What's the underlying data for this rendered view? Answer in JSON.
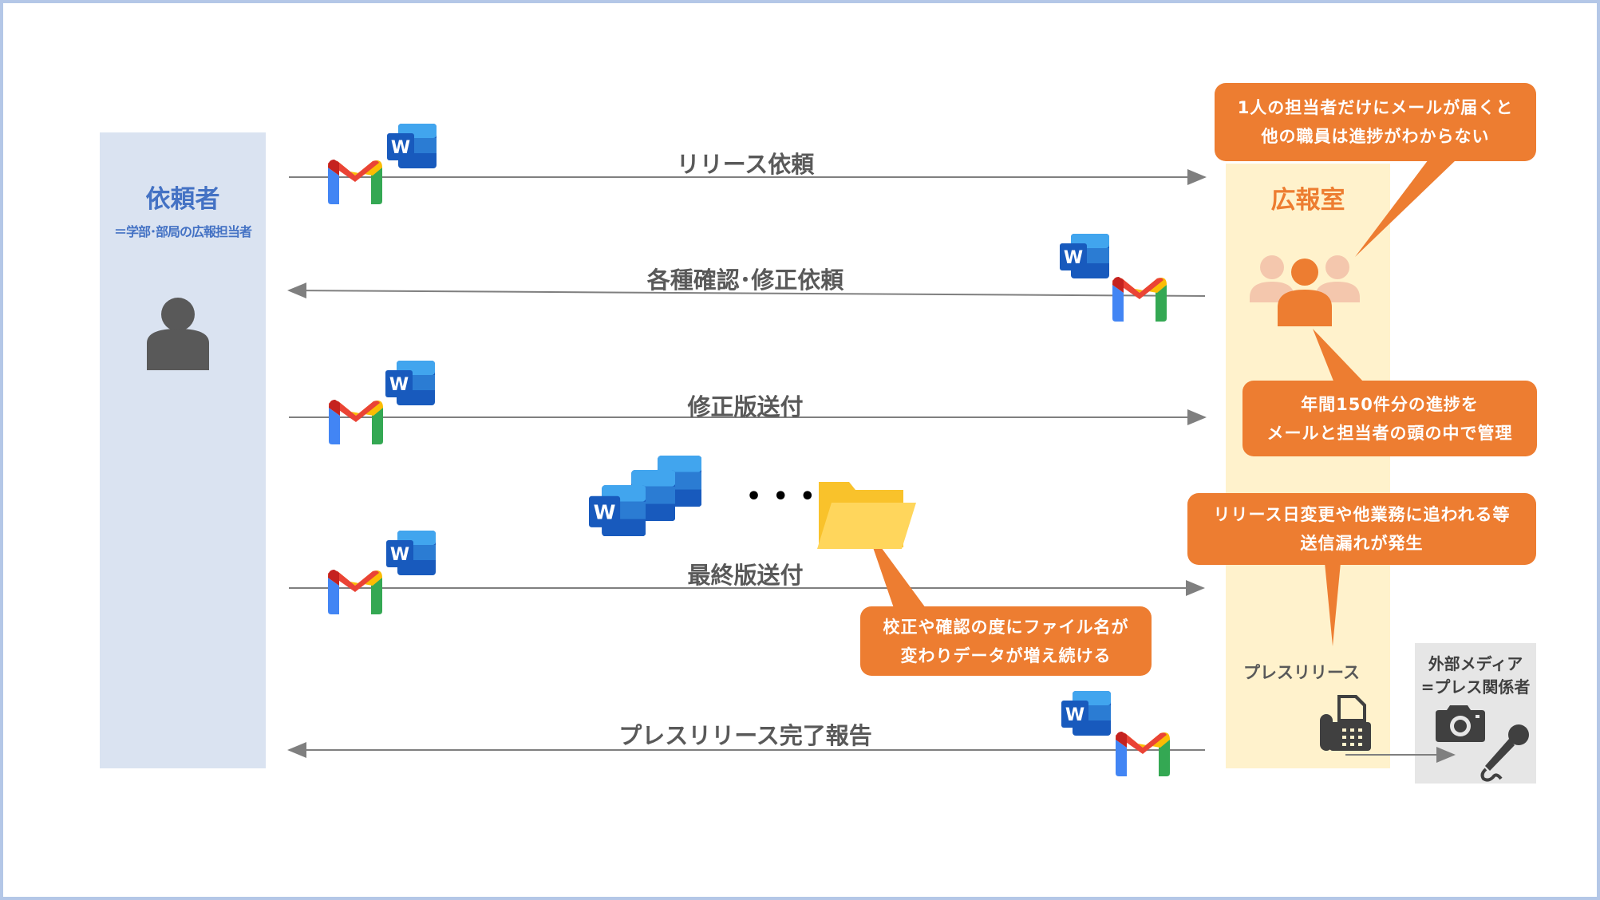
{
  "requester": {
    "title": "依頼者",
    "subtitle": "＝学部･部局の広報担当者"
  },
  "office": {
    "title": "広報室"
  },
  "media": {
    "title_line1": "外部メディア",
    "title_line2": "=プレス関係者"
  },
  "press_release_label": "プレスリリース",
  "flows": [
    {
      "label": "リリース依頼",
      "direction": "right"
    },
    {
      "label": "各種確認･修正依頼",
      "direction": "left"
    },
    {
      "label": "修正版送付",
      "direction": "right"
    },
    {
      "label": "最終版送付",
      "direction": "right"
    },
    {
      "label": "プレスリリース完了報告",
      "direction": "left"
    }
  ],
  "ellipsis": "• • •",
  "callouts": [
    {
      "line1": "1人の担当者だけにメールが届くと",
      "line2": "他の職員は進捗がわからない"
    },
    {
      "line1": "年間150件分の進捗を",
      "line2": "メールと担当者の頭の中で管理"
    },
    {
      "line1": "リリース日変更や他業務に追われる等",
      "line2": "送信漏れが発生"
    },
    {
      "line1": "校正や確認の度にファイル名が",
      "line2": "変わりデータが増え続ける"
    }
  ],
  "word_letter": "W",
  "colors": {
    "accent": "#ed7d31",
    "requester": "#4472c4",
    "arrow": "#7f7f7f"
  }
}
